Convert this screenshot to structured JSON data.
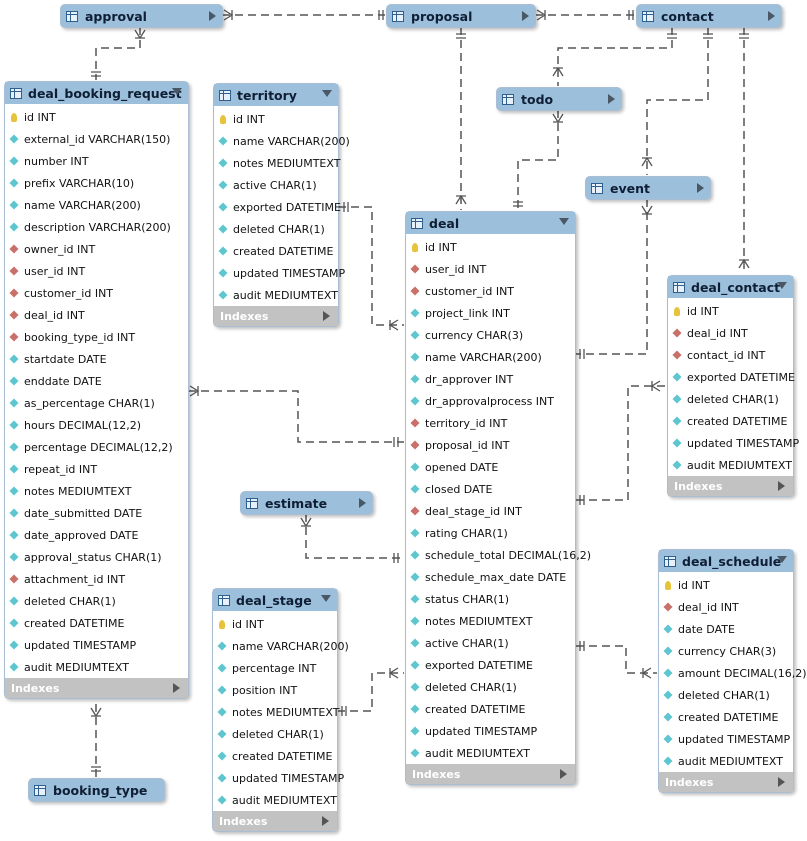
{
  "tables": {
    "deal_booking_request": {
      "name": "deal_booking_request",
      "indexes": "Indexes",
      "columns": [
        {
          "text": "id INT",
          "kind": "pk"
        },
        {
          "text": "external_id VARCHAR(150)",
          "kind": "col"
        },
        {
          "text": "number INT",
          "kind": "col"
        },
        {
          "text": "prefix VARCHAR(10)",
          "kind": "col"
        },
        {
          "text": "name VARCHAR(200)",
          "kind": "col"
        },
        {
          "text": "description VARCHAR(200)",
          "kind": "col"
        },
        {
          "text": "owner_id INT",
          "kind": "fk"
        },
        {
          "text": "user_id INT",
          "kind": "fk"
        },
        {
          "text": "customer_id INT",
          "kind": "fk"
        },
        {
          "text": "deal_id INT",
          "kind": "fk"
        },
        {
          "text": "booking_type_id INT",
          "kind": "fk"
        },
        {
          "text": "startdate DATE",
          "kind": "col"
        },
        {
          "text": "enddate DATE",
          "kind": "col"
        },
        {
          "text": "as_percentage CHAR(1)",
          "kind": "col"
        },
        {
          "text": "hours DECIMAL(12,2)",
          "kind": "col"
        },
        {
          "text": "percentage DECIMAL(12,2)",
          "kind": "col"
        },
        {
          "text": "repeat_id INT",
          "kind": "col"
        },
        {
          "text": "notes MEDIUMTEXT",
          "kind": "col"
        },
        {
          "text": "date_submitted DATE",
          "kind": "col"
        },
        {
          "text": "date_approved DATE",
          "kind": "col"
        },
        {
          "text": "approval_status CHAR(1)",
          "kind": "col"
        },
        {
          "text": "attachment_id INT",
          "kind": "fk"
        },
        {
          "text": "deleted CHAR(1)",
          "kind": "col"
        },
        {
          "text": "created DATETIME",
          "kind": "col"
        },
        {
          "text": "updated TIMESTAMP",
          "kind": "col"
        },
        {
          "text": "audit MEDIUMTEXT",
          "kind": "col"
        }
      ]
    },
    "territory": {
      "name": "territory",
      "indexes": "Indexes",
      "columns": [
        {
          "text": "id INT",
          "kind": "pk"
        },
        {
          "text": "name VARCHAR(200)",
          "kind": "col"
        },
        {
          "text": "notes MEDIUMTEXT",
          "kind": "col"
        },
        {
          "text": "active CHAR(1)",
          "kind": "col"
        },
        {
          "text": "exported DATETIME",
          "kind": "col"
        },
        {
          "text": "deleted CHAR(1)",
          "kind": "col"
        },
        {
          "text": "created DATETIME",
          "kind": "col"
        },
        {
          "text": "updated TIMESTAMP",
          "kind": "col"
        },
        {
          "text": "audit MEDIUMTEXT",
          "kind": "col"
        }
      ]
    },
    "deal": {
      "name": "deal",
      "indexes": "Indexes",
      "columns": [
        {
          "text": "id INT",
          "kind": "pk"
        },
        {
          "text": "user_id INT",
          "kind": "fk"
        },
        {
          "text": "customer_id INT",
          "kind": "fk"
        },
        {
          "text": "project_link INT",
          "kind": "col"
        },
        {
          "text": "currency CHAR(3)",
          "kind": "col"
        },
        {
          "text": "name VARCHAR(200)",
          "kind": "col"
        },
        {
          "text": "dr_approver INT",
          "kind": "col"
        },
        {
          "text": "dr_approvalprocess INT",
          "kind": "col"
        },
        {
          "text": "territory_id INT",
          "kind": "fk"
        },
        {
          "text": "proposal_id INT",
          "kind": "fk"
        },
        {
          "text": "opened DATE",
          "kind": "col"
        },
        {
          "text": "closed DATE",
          "kind": "col"
        },
        {
          "text": "deal_stage_id INT",
          "kind": "fk"
        },
        {
          "text": "rating CHAR(1)",
          "kind": "col"
        },
        {
          "text": "schedule_total DECIMAL(16,2)",
          "kind": "col"
        },
        {
          "text": "schedule_max_date DATE",
          "kind": "col"
        },
        {
          "text": "status CHAR(1)",
          "kind": "col"
        },
        {
          "text": "notes MEDIUMTEXT",
          "kind": "col"
        },
        {
          "text": "active CHAR(1)",
          "kind": "col"
        },
        {
          "text": "exported DATETIME",
          "kind": "col"
        },
        {
          "text": "deleted CHAR(1)",
          "kind": "col"
        },
        {
          "text": "created DATETIME",
          "kind": "col"
        },
        {
          "text": "updated TIMESTAMP",
          "kind": "col"
        },
        {
          "text": "audit MEDIUMTEXT",
          "kind": "col"
        }
      ]
    },
    "deal_contact": {
      "name": "deal_contact",
      "indexes": "Indexes",
      "columns": [
        {
          "text": "id INT",
          "kind": "pk"
        },
        {
          "text": "deal_id INT",
          "kind": "fk"
        },
        {
          "text": "contact_id INT",
          "kind": "fk"
        },
        {
          "text": "exported DATETIME",
          "kind": "col"
        },
        {
          "text": "deleted CHAR(1)",
          "kind": "col"
        },
        {
          "text": "created DATETIME",
          "kind": "col"
        },
        {
          "text": "updated TIMESTAMP",
          "kind": "col"
        },
        {
          "text": "audit MEDIUMTEXT",
          "kind": "col"
        }
      ]
    },
    "deal_stage": {
      "name": "deal_stage",
      "indexes": "Indexes",
      "columns": [
        {
          "text": "id INT",
          "kind": "pk"
        },
        {
          "text": "name VARCHAR(200)",
          "kind": "col"
        },
        {
          "text": "percentage INT",
          "kind": "col"
        },
        {
          "text": "position INT",
          "kind": "col"
        },
        {
          "text": "notes MEDIUMTEXT",
          "kind": "col"
        },
        {
          "text": "deleted CHAR(1)",
          "kind": "col"
        },
        {
          "text": "created DATETIME",
          "kind": "col"
        },
        {
          "text": "updated TIMESTAMP",
          "kind": "col"
        },
        {
          "text": "audit MEDIUMTEXT",
          "kind": "col"
        }
      ]
    },
    "deal_schedule": {
      "name": "deal_schedule",
      "indexes": "Indexes",
      "columns": [
        {
          "text": "id INT",
          "kind": "pk"
        },
        {
          "text": "deal_id INT",
          "kind": "fk"
        },
        {
          "text": "date DATE",
          "kind": "col"
        },
        {
          "text": "currency CHAR(3)",
          "kind": "col"
        },
        {
          "text": "amount DECIMAL(16,2)",
          "kind": "col"
        },
        {
          "text": "deleted CHAR(1)",
          "kind": "col"
        },
        {
          "text": "created DATETIME",
          "kind": "col"
        },
        {
          "text": "updated TIMESTAMP",
          "kind": "col"
        },
        {
          "text": "audit MEDIUMTEXT",
          "kind": "col"
        }
      ]
    }
  },
  "collapsed_tables": {
    "approval": "approval",
    "proposal": "proposal",
    "contact": "contact",
    "todo": "todo",
    "event": "event",
    "estimate": "estimate",
    "booking_type": "booking_type"
  },
  "colors": {
    "header": "#9cc0db",
    "primary_key": "#e8c23a",
    "foreign_key": "#c9706b",
    "column": "#5fc6d0",
    "connector": "#555555"
  }
}
